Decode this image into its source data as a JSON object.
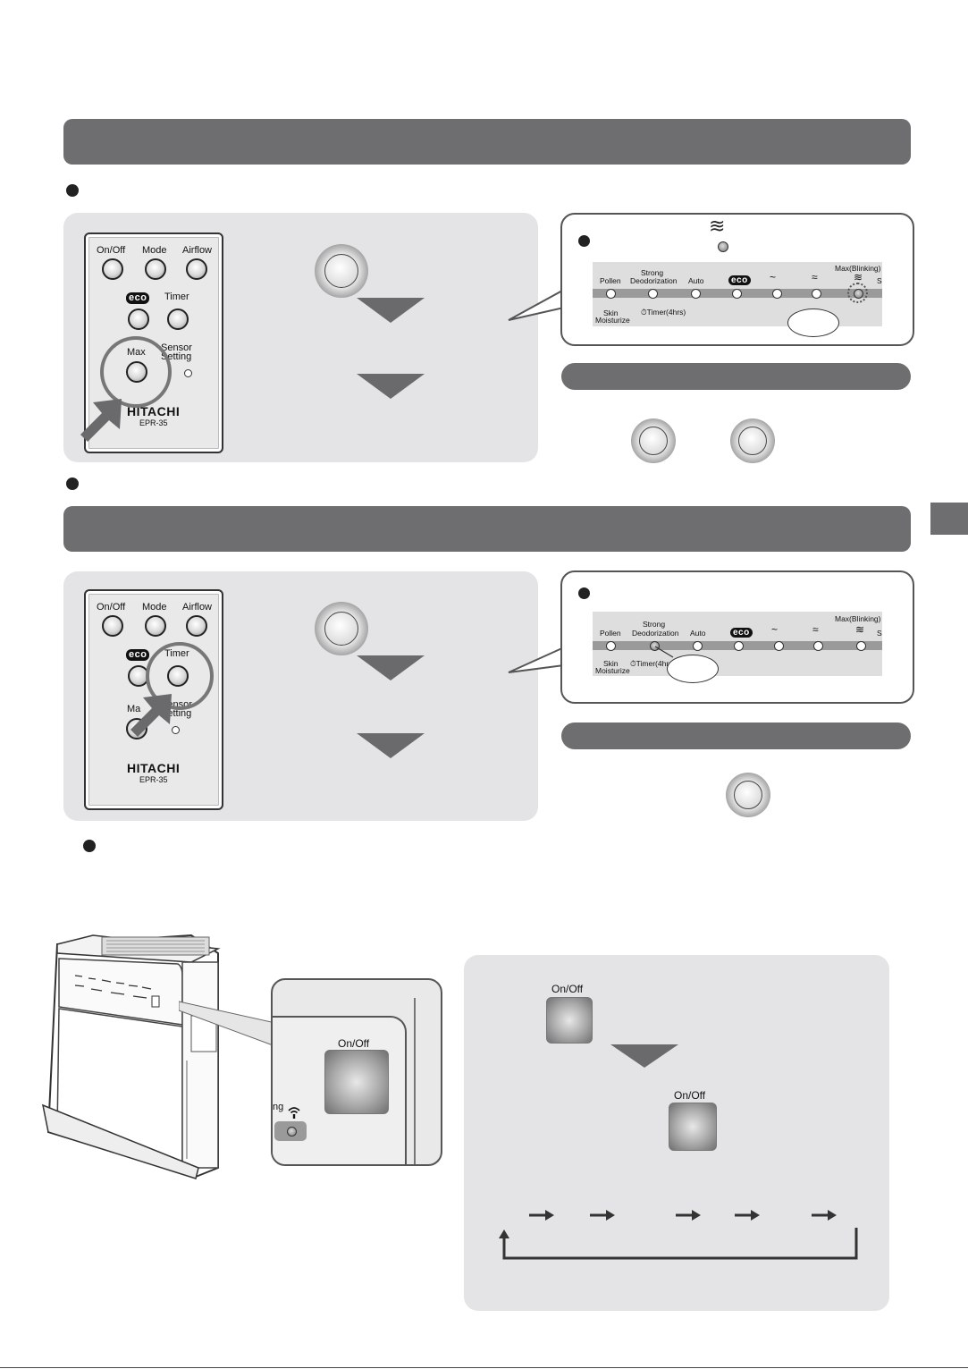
{
  "remote": {
    "onoff": "On/Off",
    "mode": "Mode",
    "airflow": "Airflow",
    "eco": "eco",
    "timer": "Timer",
    "max": "Max",
    "sensor_line1": "Sensor",
    "sensor_line2": "Setting",
    "brand": "HITACHI",
    "model": "EPR-35"
  },
  "remote2": {
    "onoff": "On/Off",
    "mode": "Mode",
    "airflow": "Airflow",
    "eco": "eco",
    "timer": "Timer",
    "max": "Ma",
    "sensor_line1": "Sensor",
    "sensor_line2": "Setting",
    "brand": "HITACHI",
    "model": "EPR-35"
  },
  "strip1": {
    "pollen": "Pollen",
    "strong1": "Strong",
    "strong2": "Deodorization",
    "auto": "Auto",
    "eco": "eco",
    "low": "~",
    "med": "≈",
    "max_blinking": "Max(Blinking)",
    "max_sym": "≋",
    "cut": "S",
    "skin1": "Skin",
    "skin2": "Moisturize",
    "timer": "⏱Timer(4hrs)"
  },
  "strip2": {
    "pollen": "Pollen",
    "strong1": "Strong",
    "strong2": "Deodorization",
    "auto": "Auto",
    "eco": "eco",
    "low": "~",
    "med": "≈",
    "max_blinking": "Max(Blinking)",
    "max_sym": "≋",
    "cut": "S",
    "skin1": "Skin",
    "skin2": "Moisturize",
    "timer": "⏱Timer(4hr"
  },
  "airflow_symbol": "≋",
  "unit": {
    "onoff_panel": "On/Off",
    "panel_ng": "ng",
    "onoff_step1": "On/Off",
    "onoff_step2": "On/Off"
  },
  "colors": {
    "header_bar": "#6e6e70",
    "panel_bg": "#e4e4e6",
    "arrow": "#6a6a6c"
  },
  "icons": [
    "down-arrow-icon",
    "right-arrow-icon",
    "press-arrow-icon",
    "wifi-icon"
  ]
}
